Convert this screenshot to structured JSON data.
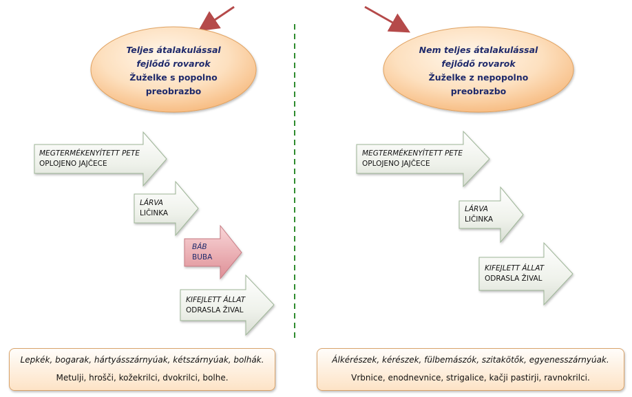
{
  "left": {
    "ellipse": {
      "line1": "Teljes átalakulással",
      "line2": "fejlődő rovarok",
      "line3": "Žuželke s popolno",
      "line4": "preobrazbo"
    },
    "stages": [
      {
        "hu": "MEGTERMÉKENYÍTETT  PETE",
        "sl": "OPLOJENO JAJČECE"
      },
      {
        "hu": "LÁRVA",
        "sl": "LIČINKA"
      },
      {
        "hu": "BÁB",
        "sl": "BUBA"
      },
      {
        "hu": "KIFEJLETT ÁLLAT",
        "sl": "ODRASLA ŽIVAL"
      }
    ],
    "examples": {
      "hu": "Lepkék, bogarak, hártyásszárnyúak, kétszárnyúak, bolhák.",
      "sl": "Metulji, hrošči, kožekrilci, dvokrilci, bolhe."
    }
  },
  "right": {
    "ellipse": {
      "line1": "Nem teljes átalakulással",
      "line2": "fejlődő rovarok",
      "line3": "Žuželke z nepopolno",
      "line4": "preobrazbo"
    },
    "stages": [
      {
        "hu": "MEGTERMÉKENYÍTETT  PETE",
        "sl": "OPLOJENO JAJČECE"
      },
      {
        "hu": "LÁRVA",
        "sl": "LIČINKA"
      },
      {
        "hu": "KIFEJLETT ÁLLAT",
        "sl": "ODRASLA ŽIVAL"
      }
    ],
    "examples": {
      "hu": "Álkérészek, kérészek, fülbemászók, szitakötők, egyenesszárnyúak.",
      "sl": "Vrbnice, enodnevnice, strigalice, kačji pastirji, ravnokrilci."
    }
  },
  "colors": {
    "divider": "#2e8b2e",
    "pointer_arrow": "#b54a4a",
    "ellipse_fill": "#f9c894",
    "stage_arrow_fill": "#f2f4f0",
    "pupa_arrow_fill": "#e8a3a8"
  }
}
